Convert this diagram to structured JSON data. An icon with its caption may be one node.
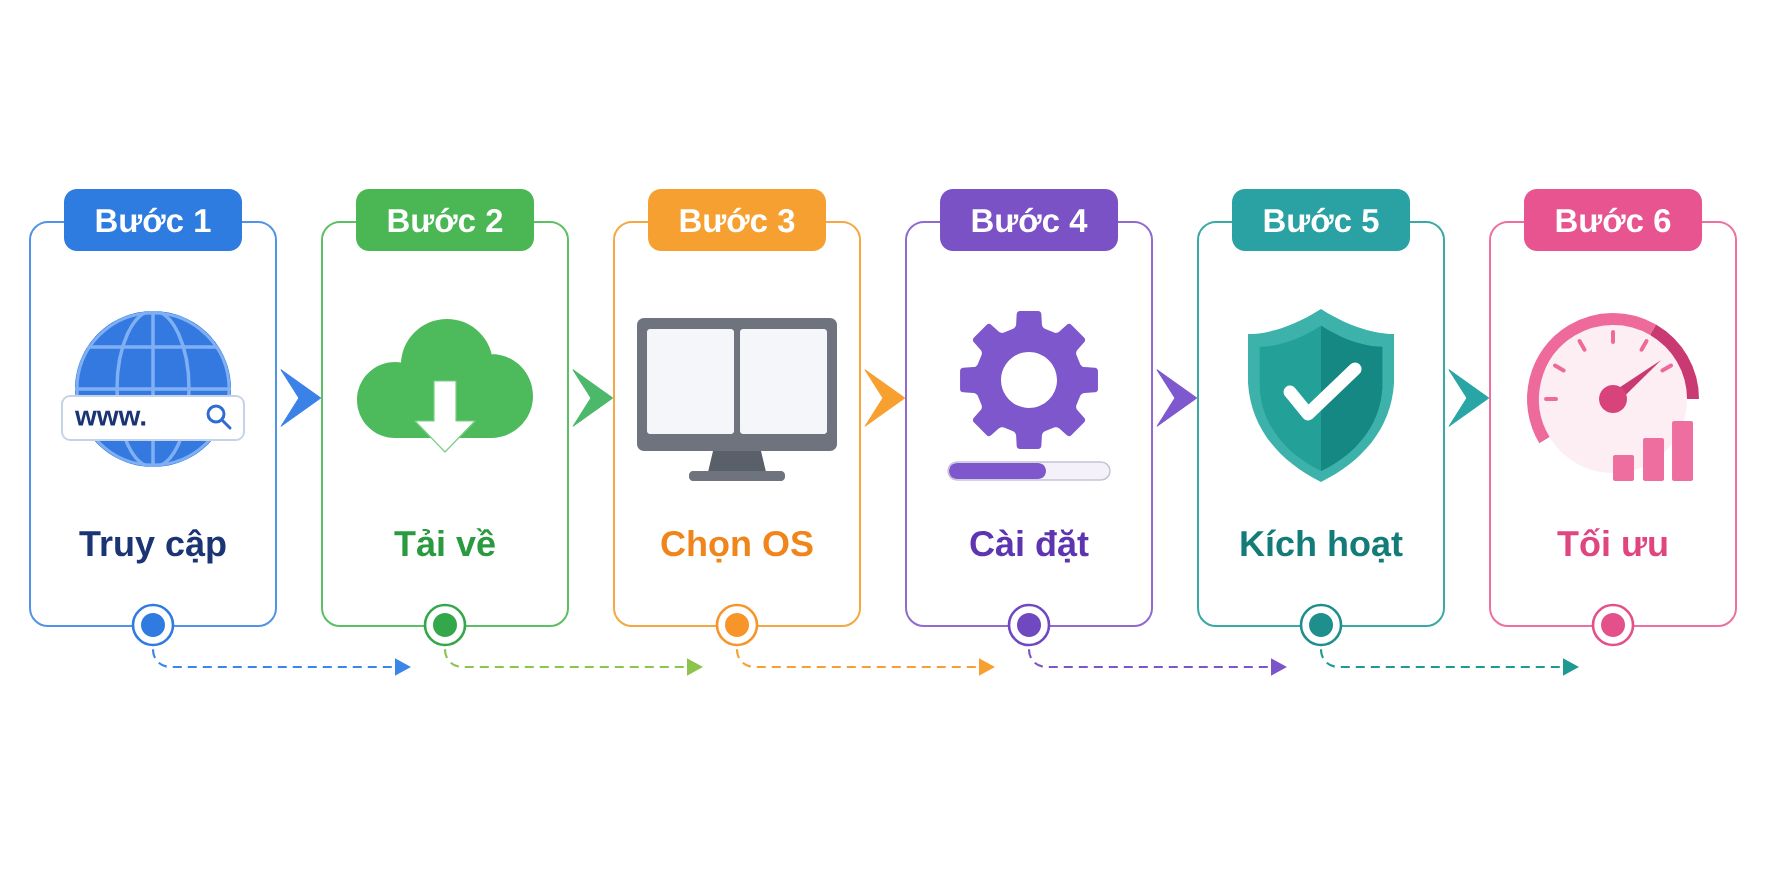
{
  "diagram": {
    "nodes": [
      {
        "text": [
          "Bước 1",
          "Truy cập"
        ]
      },
      {
        "text": [
          "Bước 2",
          "Tải về"
        ]
      },
      {
        "text": [
          "Bước 3",
          "Chọn OS"
        ]
      },
      {
        "text": [
          "Bước 4",
          "Cài đặt"
        ]
      },
      {
        "text": [
          "Bước 5",
          "Kích hoạt"
        ]
      },
      {
        "text": [
          "Bước 6",
          "Tối ưu"
        ]
      },
      {
        "text": [],
        "shape": "circle"
      },
      {
        "text": [],
        "shape": "circle"
      },
      {
        "text": [],
        "shape": "circle"
      },
      {
        "text": [],
        "shape": "circle"
      },
      {
        "text": [],
        "shape": "circle"
      },
      {
        "text": [],
        "shape": "circle"
      }
    ],
    "edges": [
      {
        "from": 0,
        "to": 1,
        "arrow": "to",
        "color": "#3b82e8"
      },
      {
        "from": 1,
        "to": 2,
        "arrow": "to",
        "color": "#4cb86a"
      },
      {
        "from": 2,
        "to": 3,
        "arrow": "to",
        "color": "#f7a030"
      },
      {
        "from": 3,
        "to": 4,
        "arrow": "to",
        "color": "#7e58cf"
      },
      {
        "from": 4,
        "to": 5,
        "arrow": "to",
        "color": "#2aa5a5"
      },
      {
        "from": 6,
        "to": null,
        "arrow": "to",
        "style": "dashed",
        "color": "#3b86e8"
      },
      {
        "from": 7,
        "to": null,
        "arrow": "to",
        "style": "dashed",
        "color": "#8cc44c"
      },
      {
        "from": 8,
        "to": null,
        "arrow": "to",
        "style": "dashed",
        "color": "#f7a030"
      },
      {
        "from": 9,
        "to": null,
        "arrow": "to",
        "style": "dashed",
        "color": "#7c55c8"
      },
      {
        "from": 10,
        "to": null,
        "arrow": "to",
        "style": "dashed",
        "color": "#1f9a93"
      }
    ],
    "labels": [
      "www."
    ]
  }
}
